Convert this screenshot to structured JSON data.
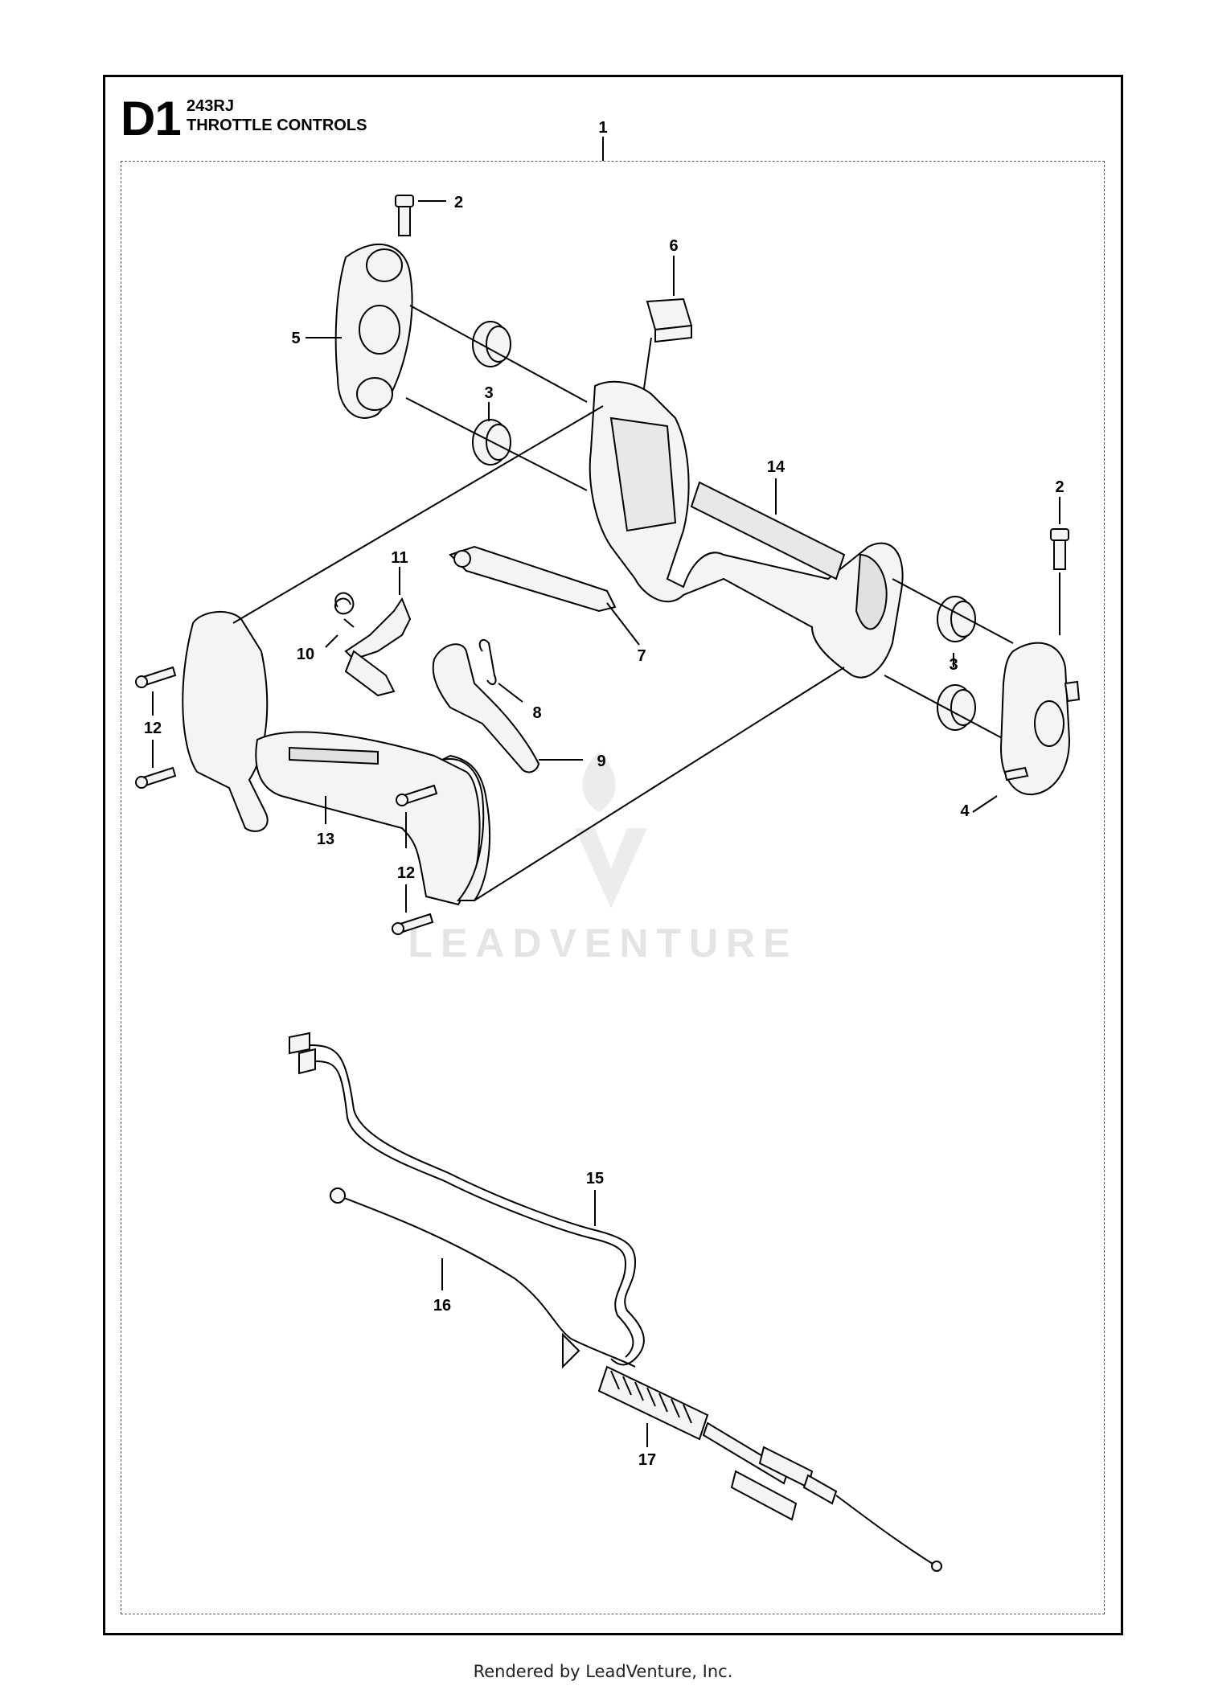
{
  "header": {
    "diagram_code": "D1",
    "model": "243RJ",
    "title": "THROTTLE CONTROLS"
  },
  "callouts": [
    "1",
    "2",
    "2",
    "3",
    "3",
    "4",
    "5",
    "6",
    "7",
    "8",
    "9",
    "10",
    "11",
    "12",
    "12",
    "13",
    "14",
    "15",
    "16",
    "17"
  ],
  "watermark": {
    "brand": "LEADVENTURE"
  },
  "footer": {
    "text": "Rendered by LeadVenture, Inc."
  },
  "colors": {
    "line": "#000000",
    "part_fill": "#f4f4f4",
    "watermark": "#e4e4e4"
  }
}
